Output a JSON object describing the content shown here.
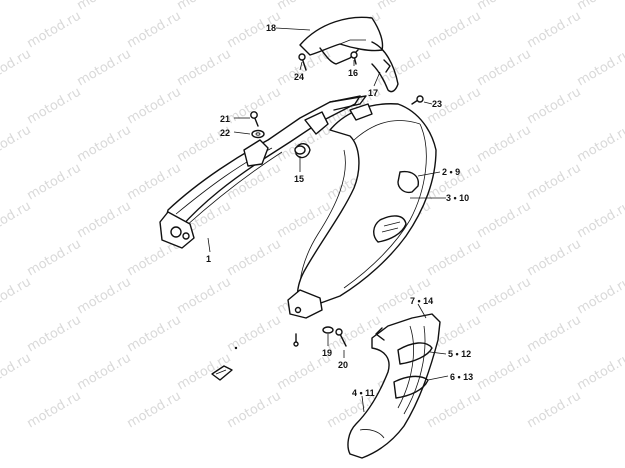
{
  "watermark": "motod.ru",
  "callouts": [
    {
      "id": "c18",
      "text": "18"
    },
    {
      "id": "c24",
      "text": "24"
    },
    {
      "id": "c16",
      "text": "16"
    },
    {
      "id": "c17",
      "text": "17"
    },
    {
      "id": "c23",
      "text": "23"
    },
    {
      "id": "c21",
      "text": "21"
    },
    {
      "id": "c22",
      "text": "22"
    },
    {
      "id": "c15",
      "text": "15"
    },
    {
      "id": "c29",
      "text": "2 • 9"
    },
    {
      "id": "c310",
      "text": "3 • 10"
    },
    {
      "id": "c1",
      "text": "1"
    },
    {
      "id": "c714",
      "text": "7 • 14"
    },
    {
      "id": "c512",
      "text": "5 • 12"
    },
    {
      "id": "c613",
      "text": "6 • 13"
    },
    {
      "id": "c411",
      "text": "4 • 11"
    },
    {
      "id": "c19",
      "text": "19"
    },
    {
      "id": "c20",
      "text": "20"
    }
  ]
}
